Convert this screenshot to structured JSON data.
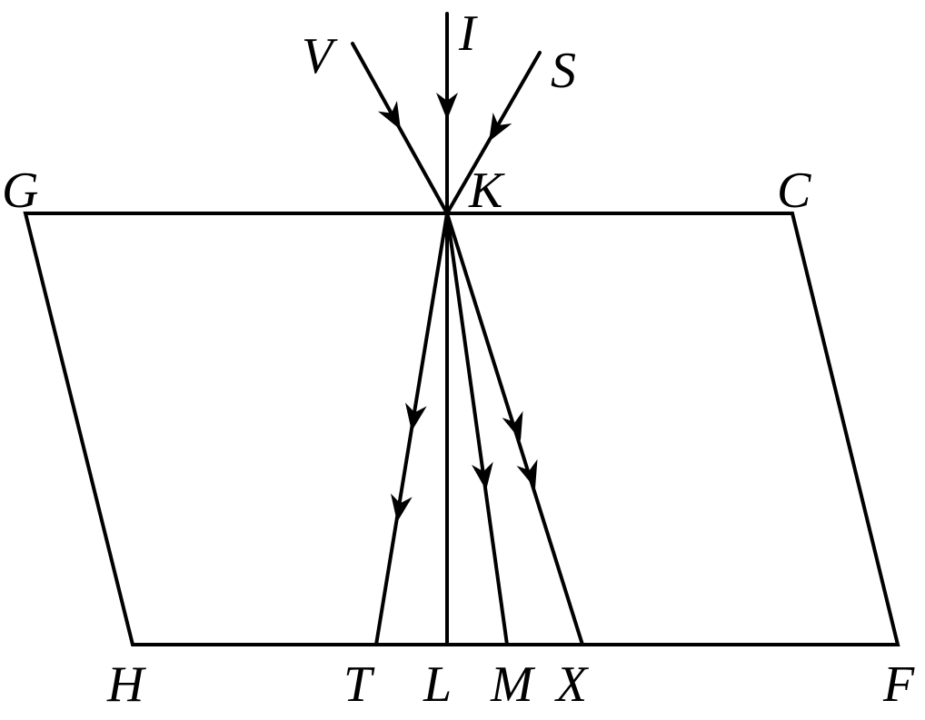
{
  "labels": {
    "G": "G",
    "C": "C",
    "H": "H",
    "F": "F",
    "K": "K",
    "I": "I",
    "V": "V",
    "S": "S",
    "T": "T",
    "L": "L",
    "M": "M",
    "X": "X"
  },
  "colors": {
    "stroke": "#000000",
    "background": "#ffffff"
  }
}
